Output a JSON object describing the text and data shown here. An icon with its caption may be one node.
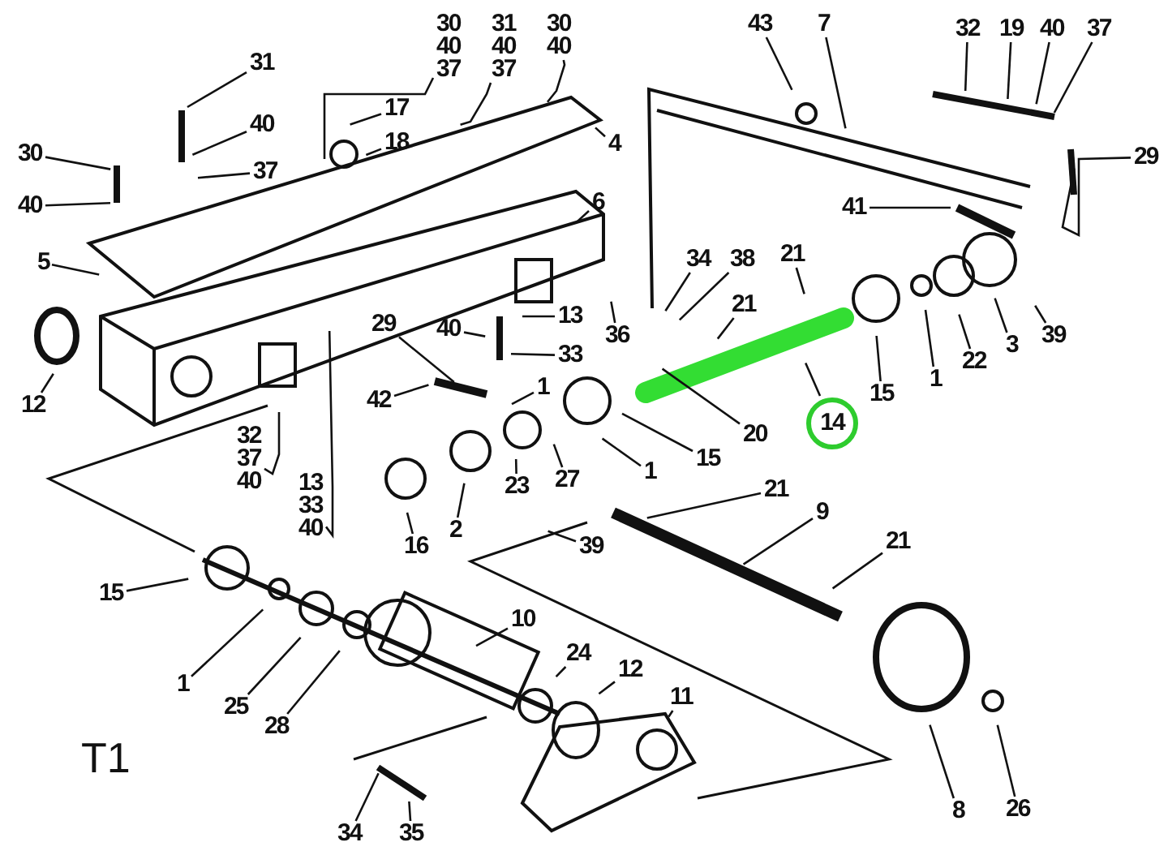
{
  "diagram": {
    "nodes": [
      {
        "text": [
          "31"
        ]
      },
      {
        "text": [
          "40"
        ]
      },
      {
        "text": [
          "37"
        ]
      },
      {
        "text": [
          "30"
        ]
      },
      {
        "text": [
          "40"
        ]
      },
      {
        "text": [
          "17"
        ]
      },
      {
        "text": [
          "18"
        ]
      },
      {
        "text": [
          "30",
          "40",
          "37"
        ]
      },
      {
        "text": [
          "31",
          "40",
          "37"
        ]
      },
      {
        "text": [
          "30",
          "40"
        ]
      },
      {
        "text": [
          "4"
        ]
      },
      {
        "text": [
          "6"
        ]
      },
      {
        "text": [
          "5"
        ]
      },
      {
        "text": [
          "12"
        ]
      },
      {
        "text": [
          "13"
        ]
      },
      {
        "text": [
          "40"
        ]
      },
      {
        "text": [
          "33"
        ]
      },
      {
        "text": [
          "29"
        ]
      },
      {
        "text": [
          "42"
        ]
      },
      {
        "text": [
          "1"
        ]
      },
      {
        "text": [
          "32",
          "37",
          "40"
        ]
      },
      {
        "text": [
          "13",
          "33",
          "40"
        ]
      },
      {
        "text": [
          "16"
        ]
      },
      {
        "text": [
          "2"
        ]
      },
      {
        "text": [
          "23"
        ]
      },
      {
        "text": [
          "27"
        ]
      },
      {
        "text": [
          "39"
        ]
      },
      {
        "text": [
          "1"
        ]
      },
      {
        "text": [
          "15"
        ]
      },
      {
        "text": [
          "20"
        ]
      },
      {
        "text": [
          "14"
        ]
      },
      {
        "text": [
          "21"
        ]
      },
      {
        "text": [
          "21"
        ]
      },
      {
        "text": [
          "34"
        ]
      },
      {
        "text": [
          "38"
        ]
      },
      {
        "text": [
          "36"
        ]
      },
      {
        "text": [
          "15"
        ]
      },
      {
        "text": [
          "1"
        ]
      },
      {
        "text": [
          "22"
        ]
      },
      {
        "text": [
          "3"
        ]
      },
      {
        "text": [
          "39"
        ]
      },
      {
        "text": [
          "41"
        ]
      },
      {
        "text": [
          "29"
        ]
      },
      {
        "text": [
          "43"
        ]
      },
      {
        "text": [
          "7"
        ]
      },
      {
        "text": [
          "32"
        ]
      },
      {
        "text": [
          "19"
        ]
      },
      {
        "text": [
          "40"
        ]
      },
      {
        "text": [
          "37"
        ]
      },
      {
        "text": [
          "15"
        ]
      },
      {
        "text": [
          "1"
        ]
      },
      {
        "text": [
          "25"
        ]
      },
      {
        "text": [
          "28"
        ]
      },
      {
        "text": [
          "10"
        ]
      },
      {
        "text": [
          "24"
        ]
      },
      {
        "text": [
          "12"
        ]
      },
      {
        "text": [
          "11"
        ]
      },
      {
        "text": [
          "34"
        ]
      },
      {
        "text": [
          "35"
        ]
      },
      {
        "text": [
          "21"
        ]
      },
      {
        "text": [
          "9"
        ]
      },
      {
        "text": [
          "21"
        ]
      },
      {
        "text": [
          "8"
        ]
      },
      {
        "text": [
          "26"
        ]
      }
    ],
    "edges": [
      {
        "from": 0,
        "to": null,
        "arrow": "none"
      },
      {
        "from": 1,
        "to": null,
        "arrow": "none"
      },
      {
        "from": 2,
        "to": null,
        "arrow": "none"
      },
      {
        "from": 3,
        "to": null,
        "arrow": "none"
      },
      {
        "from": 4,
        "to": null,
        "arrow": "none"
      },
      {
        "from": 5,
        "to": null,
        "arrow": "none"
      },
      {
        "from": 6,
        "to": null,
        "arrow": "none"
      },
      {
        "from": 7,
        "to": null,
        "arrow": "none"
      },
      {
        "from": 8,
        "to": null,
        "arrow": "none"
      },
      {
        "from": 9,
        "to": null,
        "arrow": "none"
      },
      {
        "from": 10,
        "to": null,
        "arrow": "none"
      },
      {
        "from": 11,
        "to": null,
        "arrow": "none"
      },
      {
        "from": 12,
        "to": null,
        "arrow": "none"
      },
      {
        "from": 13,
        "to": null,
        "arrow": "none"
      },
      {
        "from": 14,
        "to": null,
        "arrow": "none"
      },
      {
        "from": 15,
        "to": null,
        "arrow": "none"
      },
      {
        "from": 16,
        "to": null,
        "arrow": "none"
      },
      {
        "from": 17,
        "to": null,
        "arrow": "none"
      },
      {
        "from": 18,
        "to": null,
        "arrow": "none"
      },
      {
        "from": 19,
        "to": null,
        "arrow": "none"
      },
      {
        "from": 20,
        "to": null,
        "arrow": "none"
      },
      {
        "from": 21,
        "to": null,
        "arrow": "none"
      },
      {
        "from": 22,
        "to": null,
        "arrow": "none"
      },
      {
        "from": 23,
        "to": null,
        "arrow": "none"
      },
      {
        "from": 24,
        "to": null,
        "arrow": "none"
      },
      {
        "from": 25,
        "to": null,
        "arrow": "none"
      },
      {
        "from": 26,
        "to": null,
        "arrow": "none"
      },
      {
        "from": 27,
        "to": null,
        "arrow": "none"
      },
      {
        "from": 28,
        "to": null,
        "arrow": "none"
      },
      {
        "from": 29,
        "to": null,
        "arrow": "none"
      },
      {
        "from": 30,
        "to": null,
        "arrow": "none"
      },
      {
        "from": 31,
        "to": null,
        "arrow": "none"
      },
      {
        "from": 32,
        "to": null,
        "arrow": "none"
      },
      {
        "from": 33,
        "to": null,
        "arrow": "none"
      },
      {
        "from": 34,
        "to": null,
        "arrow": "none"
      },
      {
        "from": 35,
        "to": null,
        "arrow": "none"
      },
      {
        "from": 36,
        "to": null,
        "arrow": "none"
      },
      {
        "from": 37,
        "to": null,
        "arrow": "none"
      },
      {
        "from": 38,
        "to": null,
        "arrow": "none"
      },
      {
        "from": 39,
        "to": null,
        "arrow": "none"
      },
      {
        "from": 40,
        "to": null,
        "arrow": "none"
      },
      {
        "from": 41,
        "to": null,
        "arrow": "none"
      },
      {
        "from": 42,
        "to": null,
        "arrow": "none"
      },
      {
        "from": 43,
        "to": null,
        "arrow": "none"
      },
      {
        "from": 44,
        "to": null,
        "arrow": "none"
      },
      {
        "from": 45,
        "to": null,
        "arrow": "none"
      },
      {
        "from": 46,
        "to": null,
        "arrow": "none"
      },
      {
        "from": 47,
        "to": null,
        "arrow": "none"
      },
      {
        "from": 48,
        "to": null,
        "arrow": "none"
      },
      {
        "from": 49,
        "to": null,
        "arrow": "none"
      },
      {
        "from": 50,
        "to": null,
        "arrow": "none"
      },
      {
        "from": 51,
        "to": null,
        "arrow": "none"
      },
      {
        "from": 52,
        "to": null,
        "arrow": "none"
      },
      {
        "from": 53,
        "to": null,
        "arrow": "none"
      },
      {
        "from": 54,
        "to": null,
        "arrow": "none"
      },
      {
        "from": 55,
        "to": null,
        "arrow": "none"
      },
      {
        "from": 56,
        "to": null,
        "arrow": "none"
      },
      {
        "from": 57,
        "to": null,
        "arrow": "none"
      },
      {
        "from": 58,
        "to": null,
        "arrow": "none"
      },
      {
        "from": 59,
        "to": null,
        "arrow": "none"
      },
      {
        "from": 60,
        "to": null,
        "arrow": "none"
      },
      {
        "from": 61,
        "to": null,
        "arrow": "none"
      },
      {
        "from": 62,
        "to": null,
        "arrow": "none"
      },
      {
        "from": 63,
        "to": null,
        "arrow": "none"
      }
    ],
    "labels": [
      "T1"
    ]
  }
}
